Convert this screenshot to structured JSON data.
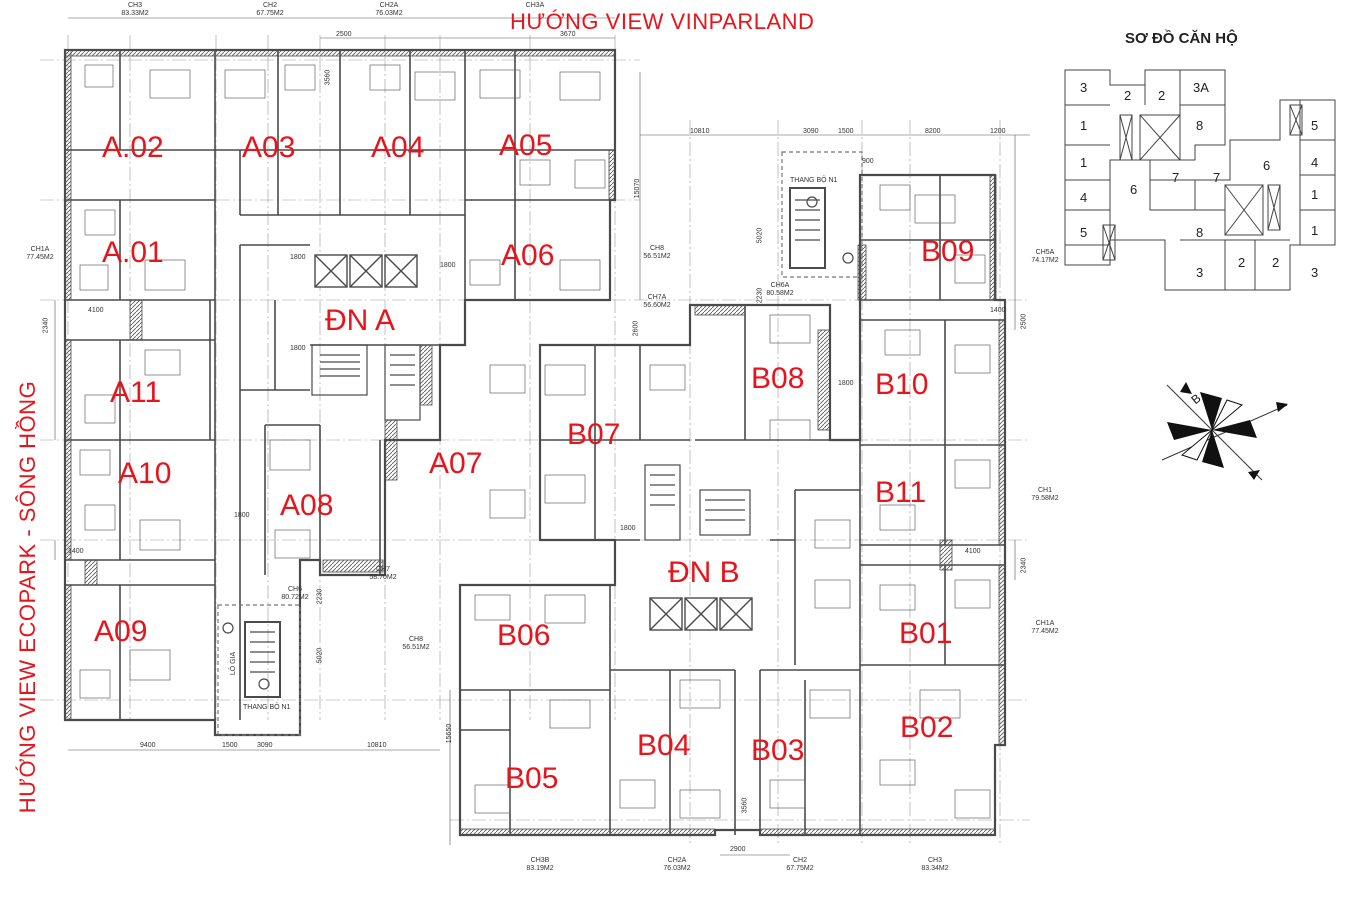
{
  "titles": {
    "top": "HƯỚNG VIEW VINPARLAND",
    "left": "HƯỚNG VIEW ECOPARK - SÔNG HỒNG"
  },
  "units": [
    {
      "id": "A02",
      "label": "A.02"
    },
    {
      "id": "A03",
      "label": "A03"
    },
    {
      "id": "A04",
      "label": "A04"
    },
    {
      "id": "A05",
      "label": "A05"
    },
    {
      "id": "A01",
      "label": "A.01"
    },
    {
      "id": "A06",
      "label": "A06"
    },
    {
      "id": "DNA",
      "label": "ĐN A"
    },
    {
      "id": "A11",
      "label": "A11"
    },
    {
      "id": "A10",
      "label": "A10"
    },
    {
      "id": "A07",
      "label": "A07"
    },
    {
      "id": "A08",
      "label": "A08"
    },
    {
      "id": "A09",
      "label": "A09"
    },
    {
      "id": "B09",
      "label": "B09"
    },
    {
      "id": "B08",
      "label": "B08"
    },
    {
      "id": "B10",
      "label": "B10"
    },
    {
      "id": "B07",
      "label": "B07"
    },
    {
      "id": "B11",
      "label": "B11"
    },
    {
      "id": "DNB",
      "label": "ĐN B"
    },
    {
      "id": "B06",
      "label": "B06"
    },
    {
      "id": "B01",
      "label": "B01"
    },
    {
      "id": "B02",
      "label": "B02"
    },
    {
      "id": "B04",
      "label": "B04"
    },
    {
      "id": "B03",
      "label": "B03"
    },
    {
      "id": "B05",
      "label": "B05"
    }
  ],
  "dimensions": [
    "2500",
    "3670",
    "10810",
    "3090",
    "1500",
    "8200",
    "1200",
    "15070",
    "5020",
    "2230",
    "2600",
    "1800",
    "1800",
    "1800",
    "4100",
    "2340",
    "1800",
    "1800",
    "1400",
    "4100",
    "2340",
    "1800",
    "2230",
    "5020",
    "15650",
    "9400",
    "1500",
    "3090",
    "10810",
    "2900",
    "3560",
    "3560",
    "2900",
    "900",
    "1400",
    "2500"
  ],
  "tags": [
    {
      "code": "CH3",
      "area": "83.33M2"
    },
    {
      "code": "CH2",
      "area": "67.75M2"
    },
    {
      "code": "CH2A",
      "area": "76.03M2"
    },
    {
      "code": "CH3A",
      "area": ""
    },
    {
      "code": "CH1A",
      "area": "77.45M2"
    },
    {
      "code": "CH8",
      "area": "56.51M2"
    },
    {
      "code": "CH7A",
      "area": "56.60M2"
    },
    {
      "code": "CH6A",
      "area": "80.58M2"
    },
    {
      "code": "CH5A",
      "area": "74.17M2"
    },
    {
      "code": "CH1",
      "area": "79.58M2"
    },
    {
      "code": "CH6",
      "area": "80.72M2"
    },
    {
      "code": "CH7",
      "area": "58.70M2"
    },
    {
      "code": "CH8",
      "area": "56.51M2"
    },
    {
      "code": "CH1A",
      "area": "77.45M2"
    },
    {
      "code": "CH3B",
      "area": "83.19M2"
    },
    {
      "code": "CH2A",
      "area": "76.03M2"
    },
    {
      "code": "CH2",
      "area": "67.75M2"
    },
    {
      "code": "CH3",
      "area": "83.34M2"
    }
  ],
  "stairs": {
    "n1_top": "THANG BỘ N1",
    "n1_bottom": "THANG BỘ N1",
    "lo_gia": "LÔ GIA"
  },
  "key": {
    "title": "SƠ ĐỒ CĂN HỘ",
    "cells": [
      "3",
      "2",
      "2",
      "3A",
      "1",
      "8",
      "1",
      "6",
      "7",
      "7",
      "6",
      "5",
      "4",
      "4",
      "1",
      "5",
      "8",
      "1",
      "3",
      "2",
      "2",
      "3"
    ]
  },
  "compass": {
    "letter": "B"
  },
  "colors": {
    "label": "#e8141c",
    "wall": "#4a4a4a",
    "line": "#7a7a7a"
  }
}
